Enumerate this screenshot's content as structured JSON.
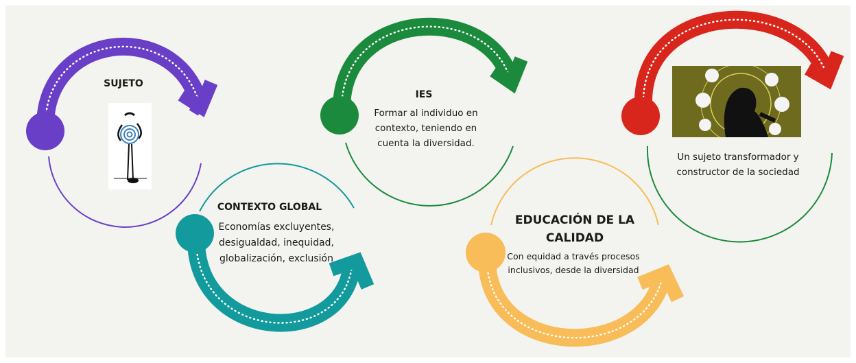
{
  "colors": {
    "background": "#f3f3ef",
    "sujeto": "#6a3fc7",
    "contexto": "#129a9c",
    "ies": "#1c8a3c",
    "educacion": "#f8bc58",
    "transformador": "#d9261c"
  },
  "stages": [
    {
      "key": "sujeto",
      "title": "SUJETO",
      "text": ""
    },
    {
      "key": "contexto",
      "title": "CONTEXTO GLOBAL",
      "text": "Economías excluyentes, desigualdad, inequidad, globalización, exclusión"
    },
    {
      "key": "ies",
      "title": "IES",
      "text": "Formar al individuo en contexto, teniendo en cuenta la diversidad."
    },
    {
      "key": "educacion",
      "title": "EDUCACIÓN DE LA CALIDAD",
      "text": "Con equidad a través procesos inclusivos,  desde la diversidad"
    },
    {
      "key": "transformador",
      "title": "",
      "text": "Un sujeto transformador y constructor de  la sociedad"
    }
  ],
  "images": {
    "sujeto": "spiral-figure-icon",
    "transformador": "thinking-person-science-icons"
  }
}
